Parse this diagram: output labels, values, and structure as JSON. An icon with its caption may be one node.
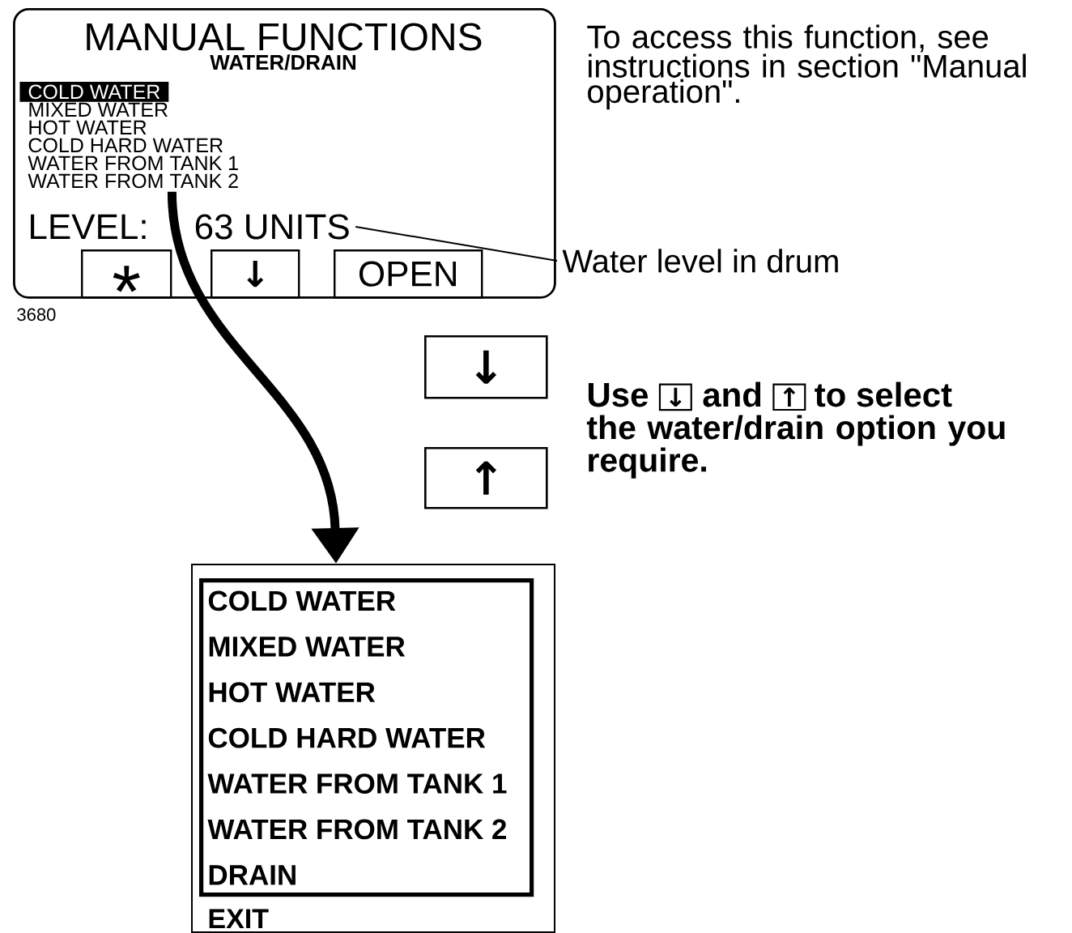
{
  "diagram": {
    "nodes": [
      {
        "text": [
          "MANUAL FUNCTIONS",
          "WATER/DRAIN"
        ]
      },
      {
        "text": [
          "COLD WATER",
          "MIXED WATER",
          "HOT WATER",
          "COLD HARD WATER",
          "WATER FROM TANK 1",
          "WATER FROM TANK 2"
        ],
        "in": 0
      },
      {
        "text": [
          "LEVEL:",
          "63 UNITS"
        ],
        "in": 0
      },
      {
        "text": [
          "*"
        ],
        "in": 0
      },
      {
        "text": [
          "↓"
        ],
        "in": 0
      },
      {
        "text": [
          "OPEN"
        ],
        "in": 0
      },
      {
        "text": [
          "Water level in drum"
        ]
      },
      {
        "text": [
          "↓"
        ]
      },
      {
        "text": [
          "↑"
        ]
      },
      {
        "text": [
          "EXIT"
        ]
      },
      {
        "text": [
          "COLD WATER",
          "MIXED WATER",
          "HOT WATER",
          "COLD HARD WATER",
          "WATER FROM TANK 1",
          "WATER FROM TANK 2",
          "DRAIN"
        ],
        "in": 9
      }
    ],
    "edges": [
      {
        "from": 1,
        "to": 9,
        "arrow": "to",
        "style": "thick"
      },
      {
        "from": 6,
        "to": 2,
        "arrow": "none"
      }
    ],
    "labels": [
      "To access this function, see instructions in section \"Manual operation\".",
      "3680",
      "Use",
      "↓",
      "and",
      "↑",
      "to select",
      "the water/drain option you require."
    ]
  }
}
